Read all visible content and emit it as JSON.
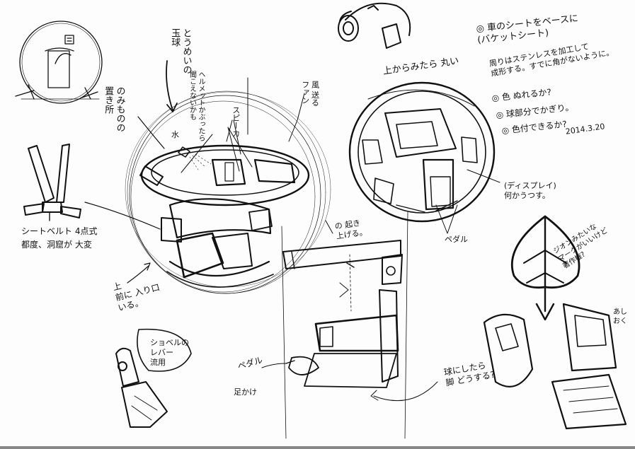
{
  "notes": {
    "main_sphere": "とうめいの\n玉球",
    "helmet": "ヘルメットかぶったら\n聞こえないかも",
    "wind": "風 送る\nファン",
    "speaker": "スピーカ",
    "water": "水",
    "cup_holder": "のみものの\n置き所",
    "top_view_title": "上からみたら 丸い",
    "seat_belt": "シートベルト 4点式\n都度、洞窟が 大変",
    "entrance": "上\n前に 入り口\nいる。",
    "lever": "ショベルの\nレバー\n流用",
    "lift": "の 起き\n上げる。",
    "pedal_side": "ペダル",
    "footrest": "足かけ",
    "when_sphere": "球にしたら\n脚 どうする?",
    "display": "(ディスプレイ)\n何かうつす。",
    "pedal_top": "ペダル",
    "zeon": "ジオンみたいな\nマークがいいけど\n著作権?",
    "arm": "あし\nおく",
    "right_title": "◎ 車のシートをベースに\n(バケットシート)",
    "right_body": "周りはステンレスを加工して\n成形する。すでに角がないように。",
    "bullet1": "◎ 色 ぬれるか?",
    "bullet2": "◎ 球部分でかぎり。",
    "bullet3": "◎ 色付できるか?",
    "date": "2014.3.20"
  }
}
